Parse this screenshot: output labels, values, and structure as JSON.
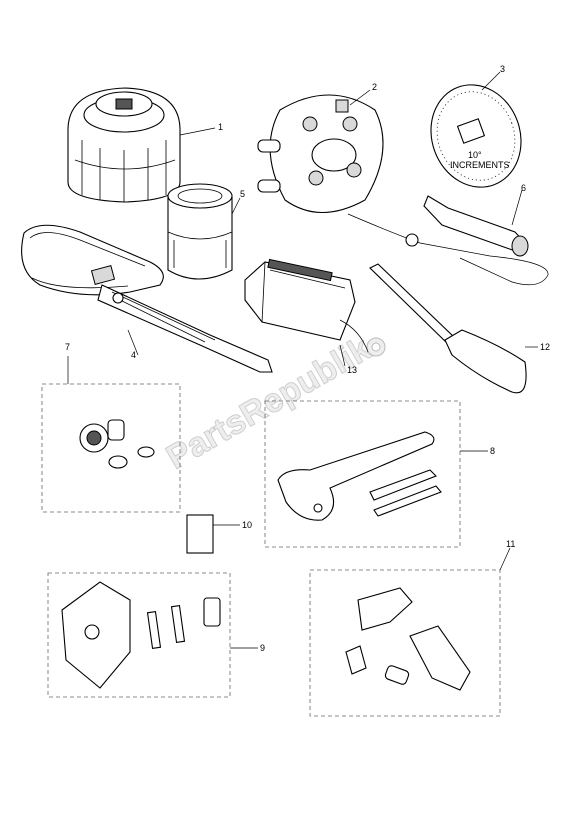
{
  "watermark": "PartsRepublik",
  "dial_text": [
    "10°",
    "INCREMENTS"
  ],
  "callouts": [
    "1",
    "2",
    "3",
    "4",
    "5",
    "6",
    "7",
    "8",
    "9",
    "10",
    "11",
    "12",
    "13"
  ]
}
